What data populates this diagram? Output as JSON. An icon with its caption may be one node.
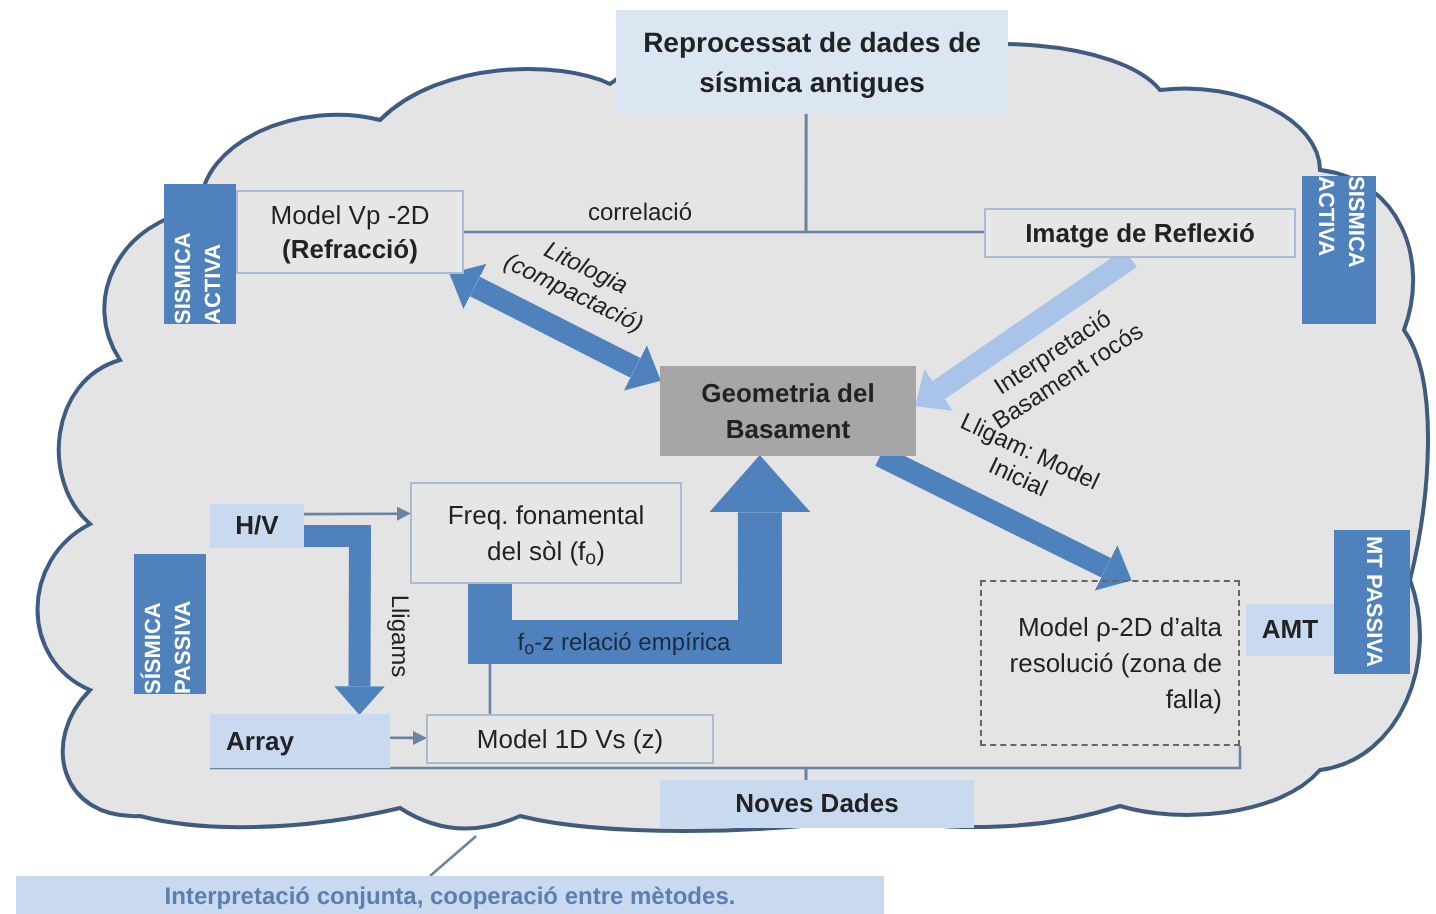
{
  "diagram": {
    "nodes": [
      {
        "text": [],
        "shape": "cloud"
      },
      {
        "text": [
          "Reprocessat de dades de sísmica antigues"
        ]
      },
      {
        "text": [
          "SISMICA ACTIVA"
        ],
        "in": 0
      },
      {
        "text": [
          "Model Vp -2D **(Refracció)**"
        ],
        "in": 0
      },
      {
        "text": [
          "Imatge de Reflexió"
        ],
        "in": 0
      },
      {
        "text": [
          "SISMICA ACTIVA"
        ],
        "in": 0
      },
      {
        "text": [
          "Geometria del Basament"
        ],
        "in": 0
      },
      {
        "text": [
          "H/V"
        ],
        "in": 0
      },
      {
        "text": [
          "Freq. fonamental del sòl (f$_{o}$)"
        ],
        "in": 0
      },
      {
        "text": [
          "SÍSMICA PASSIVA"
        ],
        "in": 0
      },
      {
        "text": [
          "Array"
        ],
        "in": 0
      },
      {
        "text": [
          "Model 1D Vs (z)"
        ],
        "in": 0
      },
      {
        "text": [
          "Model ρ-2D d’alta resolució (zona de falla)"
        ],
        "in": 0
      },
      {
        "text": [
          "AMT"
        ],
        "in": 0
      },
      {
        "text": [
          "MT PASSIVA"
        ],
        "in": 0
      },
      {
        "text": [
          "Noves Dades"
        ],
        "in": 0
      },
      {
        "text": [
          "Interpretació conjunta, cooperació entre mètodes."
        ]
      }
    ],
    "edges": [
      {
        "from": 1,
        "to": 3,
        "arrow": "none",
        "label": "correlació"
      },
      {
        "from": 1,
        "to": 4,
        "arrow": "none"
      },
      {
        "from": 3,
        "to": 6,
        "arrow": "both",
        "style": "thick",
        "color": "#4f81bd",
        "label": "Litologia (compactació)"
      },
      {
        "from": 4,
        "to": 6,
        "arrow": "to",
        "style": "thick",
        "color": "#a9c4e8",
        "label": "Interpretació Basament rocós"
      },
      {
        "from": 6,
        "to": 12,
        "arrow": "to",
        "style": "thick",
        "color": "#4f81bd",
        "label": "Lligam: Model Inicial"
      },
      {
        "from": 7,
        "to": 8,
        "arrow": "to"
      },
      {
        "from": 10,
        "to": 11,
        "arrow": "to"
      },
      {
        "from": 7,
        "to": 10,
        "arrow": "to",
        "style": "thick",
        "color": "#4f81bd",
        "label": "Lligams"
      },
      {
        "from": 8,
        "to": 11,
        "arrow": "none"
      },
      {
        "from": 8,
        "to": 6,
        "arrow": "to",
        "style": "thick",
        "color": "#4f81bd",
        "label": "f$_{o}$-z relació empírica"
      },
      {
        "from": 15,
        "to": 10,
        "arrow": "none"
      },
      {
        "from": 15,
        "to": 12,
        "arrow": "none"
      },
      {
        "from": 16,
        "to": 0,
        "arrow": "none"
      }
    ]
  }
}
